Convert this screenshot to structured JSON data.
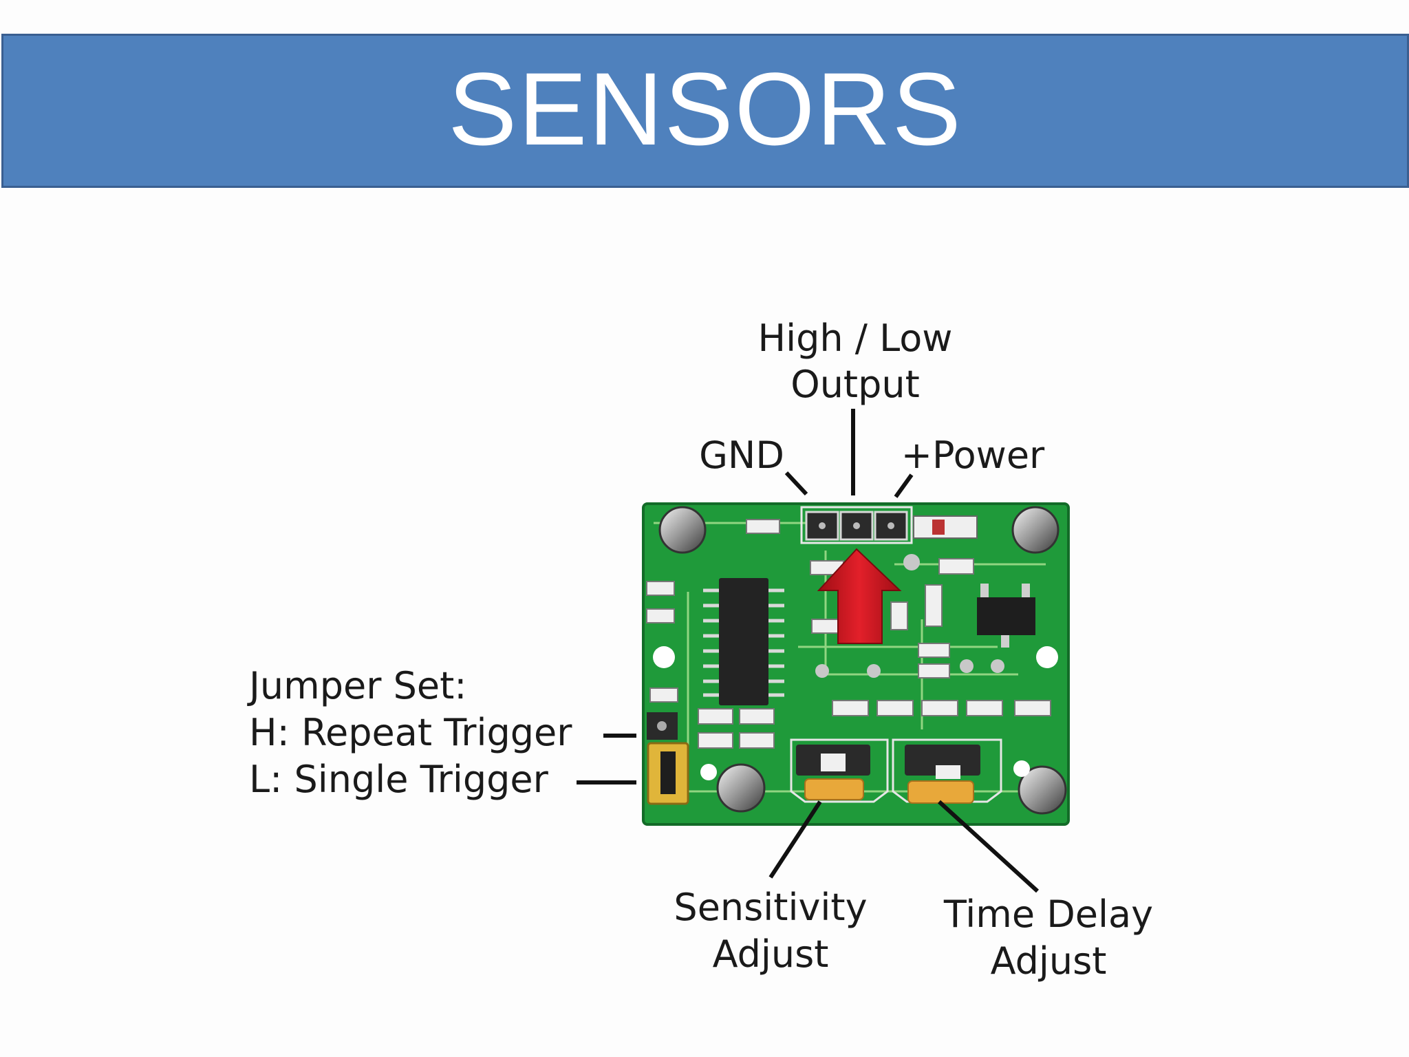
{
  "slide": {
    "title": "SENSORS"
  },
  "diagram": {
    "labels": {
      "high_low_line1": "High / Low",
      "high_low_line2": "Output",
      "gnd": "GND",
      "power": "+Power",
      "jumper_line1": "Jumper Set:",
      "jumper_line2": "H: Repeat Trigger",
      "jumper_line3": "L: Single Trigger",
      "sensitivity_line1": "Sensitivity",
      "sensitivity_line2": "Adjust",
      "time_delay_line1": "Time Delay",
      "time_delay_line2": "Adjust"
    },
    "colors": {
      "pcb": "#1f9a3a",
      "arrow": "#d0121b",
      "potentiometer": "#e8a83a",
      "jumper": "#e0b53a"
    }
  }
}
